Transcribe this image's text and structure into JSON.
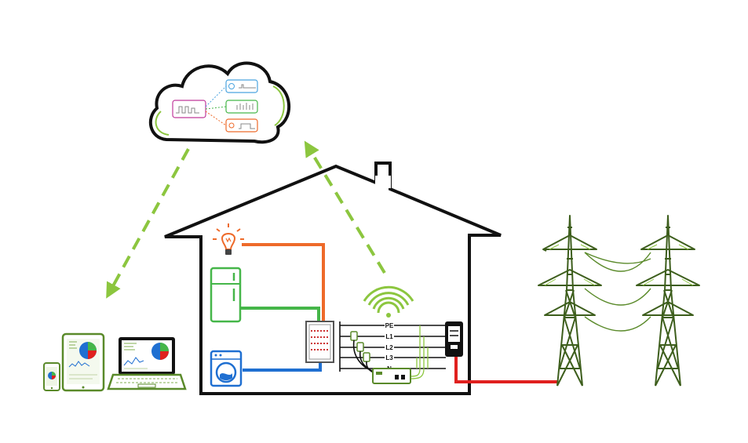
{
  "colors": {
    "outline": "#111111",
    "accent_green": "#8cc63f",
    "lamp_line": "#ee6a2a",
    "fridge_line": "#45b649",
    "washer_line": "#1f6fd1",
    "grid_line": "#e0201e",
    "pylon": "#5a8a2a"
  },
  "icons": {
    "cloud": "cloud-icon",
    "lamp": "light-bulb-icon",
    "fridge": "refrigerator-icon",
    "washer": "washing-machine-icon",
    "wifi": "wifi-icon",
    "meter": "electricity-meter-icon",
    "pylon": "power-pylon-icon",
    "phone": "smartphone-icon",
    "tablet": "tablet-icon",
    "laptop": "laptop-icon"
  },
  "bus_labels": {
    "pe": "PE",
    "l1": "L1",
    "l2": "L2",
    "l3": "L3",
    "n": "N"
  }
}
